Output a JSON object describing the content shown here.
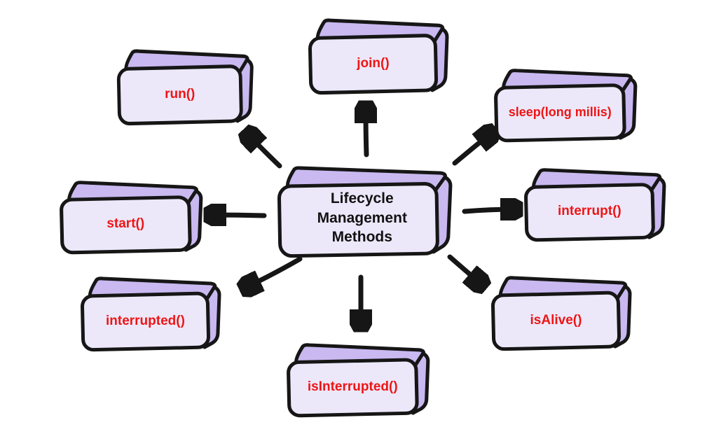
{
  "diagram": {
    "center": {
      "label": "Lifecycle Management Methods"
    },
    "methods": [
      {
        "label": "run()"
      },
      {
        "label": "join()"
      },
      {
        "label": "sleep(long millis)"
      },
      {
        "label": "interrupt()"
      },
      {
        "label": "isAlive()"
      },
      {
        "label": "isInterrupted()"
      },
      {
        "label": "interrupted()"
      },
      {
        "label": "start()"
      }
    ],
    "colors": {
      "box_front": "#ece8fa",
      "box_top_side": "#c9b9f0",
      "outline": "#161616",
      "method_text": "#ee1515",
      "center_text": "#121212",
      "background": "#ffffff"
    }
  }
}
